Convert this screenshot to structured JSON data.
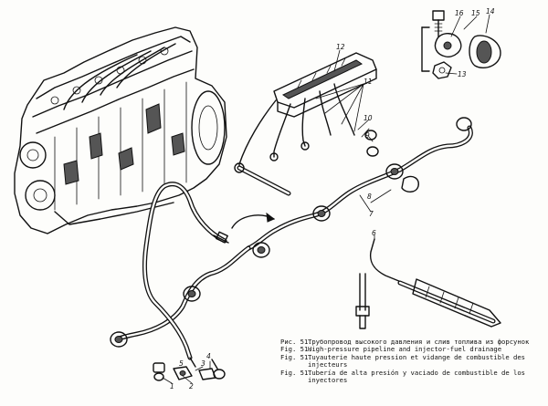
{
  "callouts": {
    "c1": "1",
    "c2": "2",
    "c3": "3",
    "c4": "4",
    "c5": "5",
    "c6": "6",
    "c7": "7",
    "c8": "8",
    "c9": "9",
    "c10": "10",
    "c11": "11",
    "c12": "12",
    "c13": "13",
    "c14": "14",
    "c15": "15",
    "c16": "16"
  },
  "caption": {
    "ru_prefix": "Рис. 51.",
    "ru_text": "Трубопровод высокого давления и слив топлива из форсунок",
    "en_prefix": "Fig. 51.",
    "en_text": "High-pressure pipeline and injector-fuel drainage",
    "fr_prefix": "Fig. 51.",
    "fr_text": "Tuyauterie haute pression et vidange de combustible des injecteurs",
    "es_prefix": "Fig. 51.",
    "es_text": "Tubería de alta presión y vaciado de combustible de los inyectores"
  }
}
